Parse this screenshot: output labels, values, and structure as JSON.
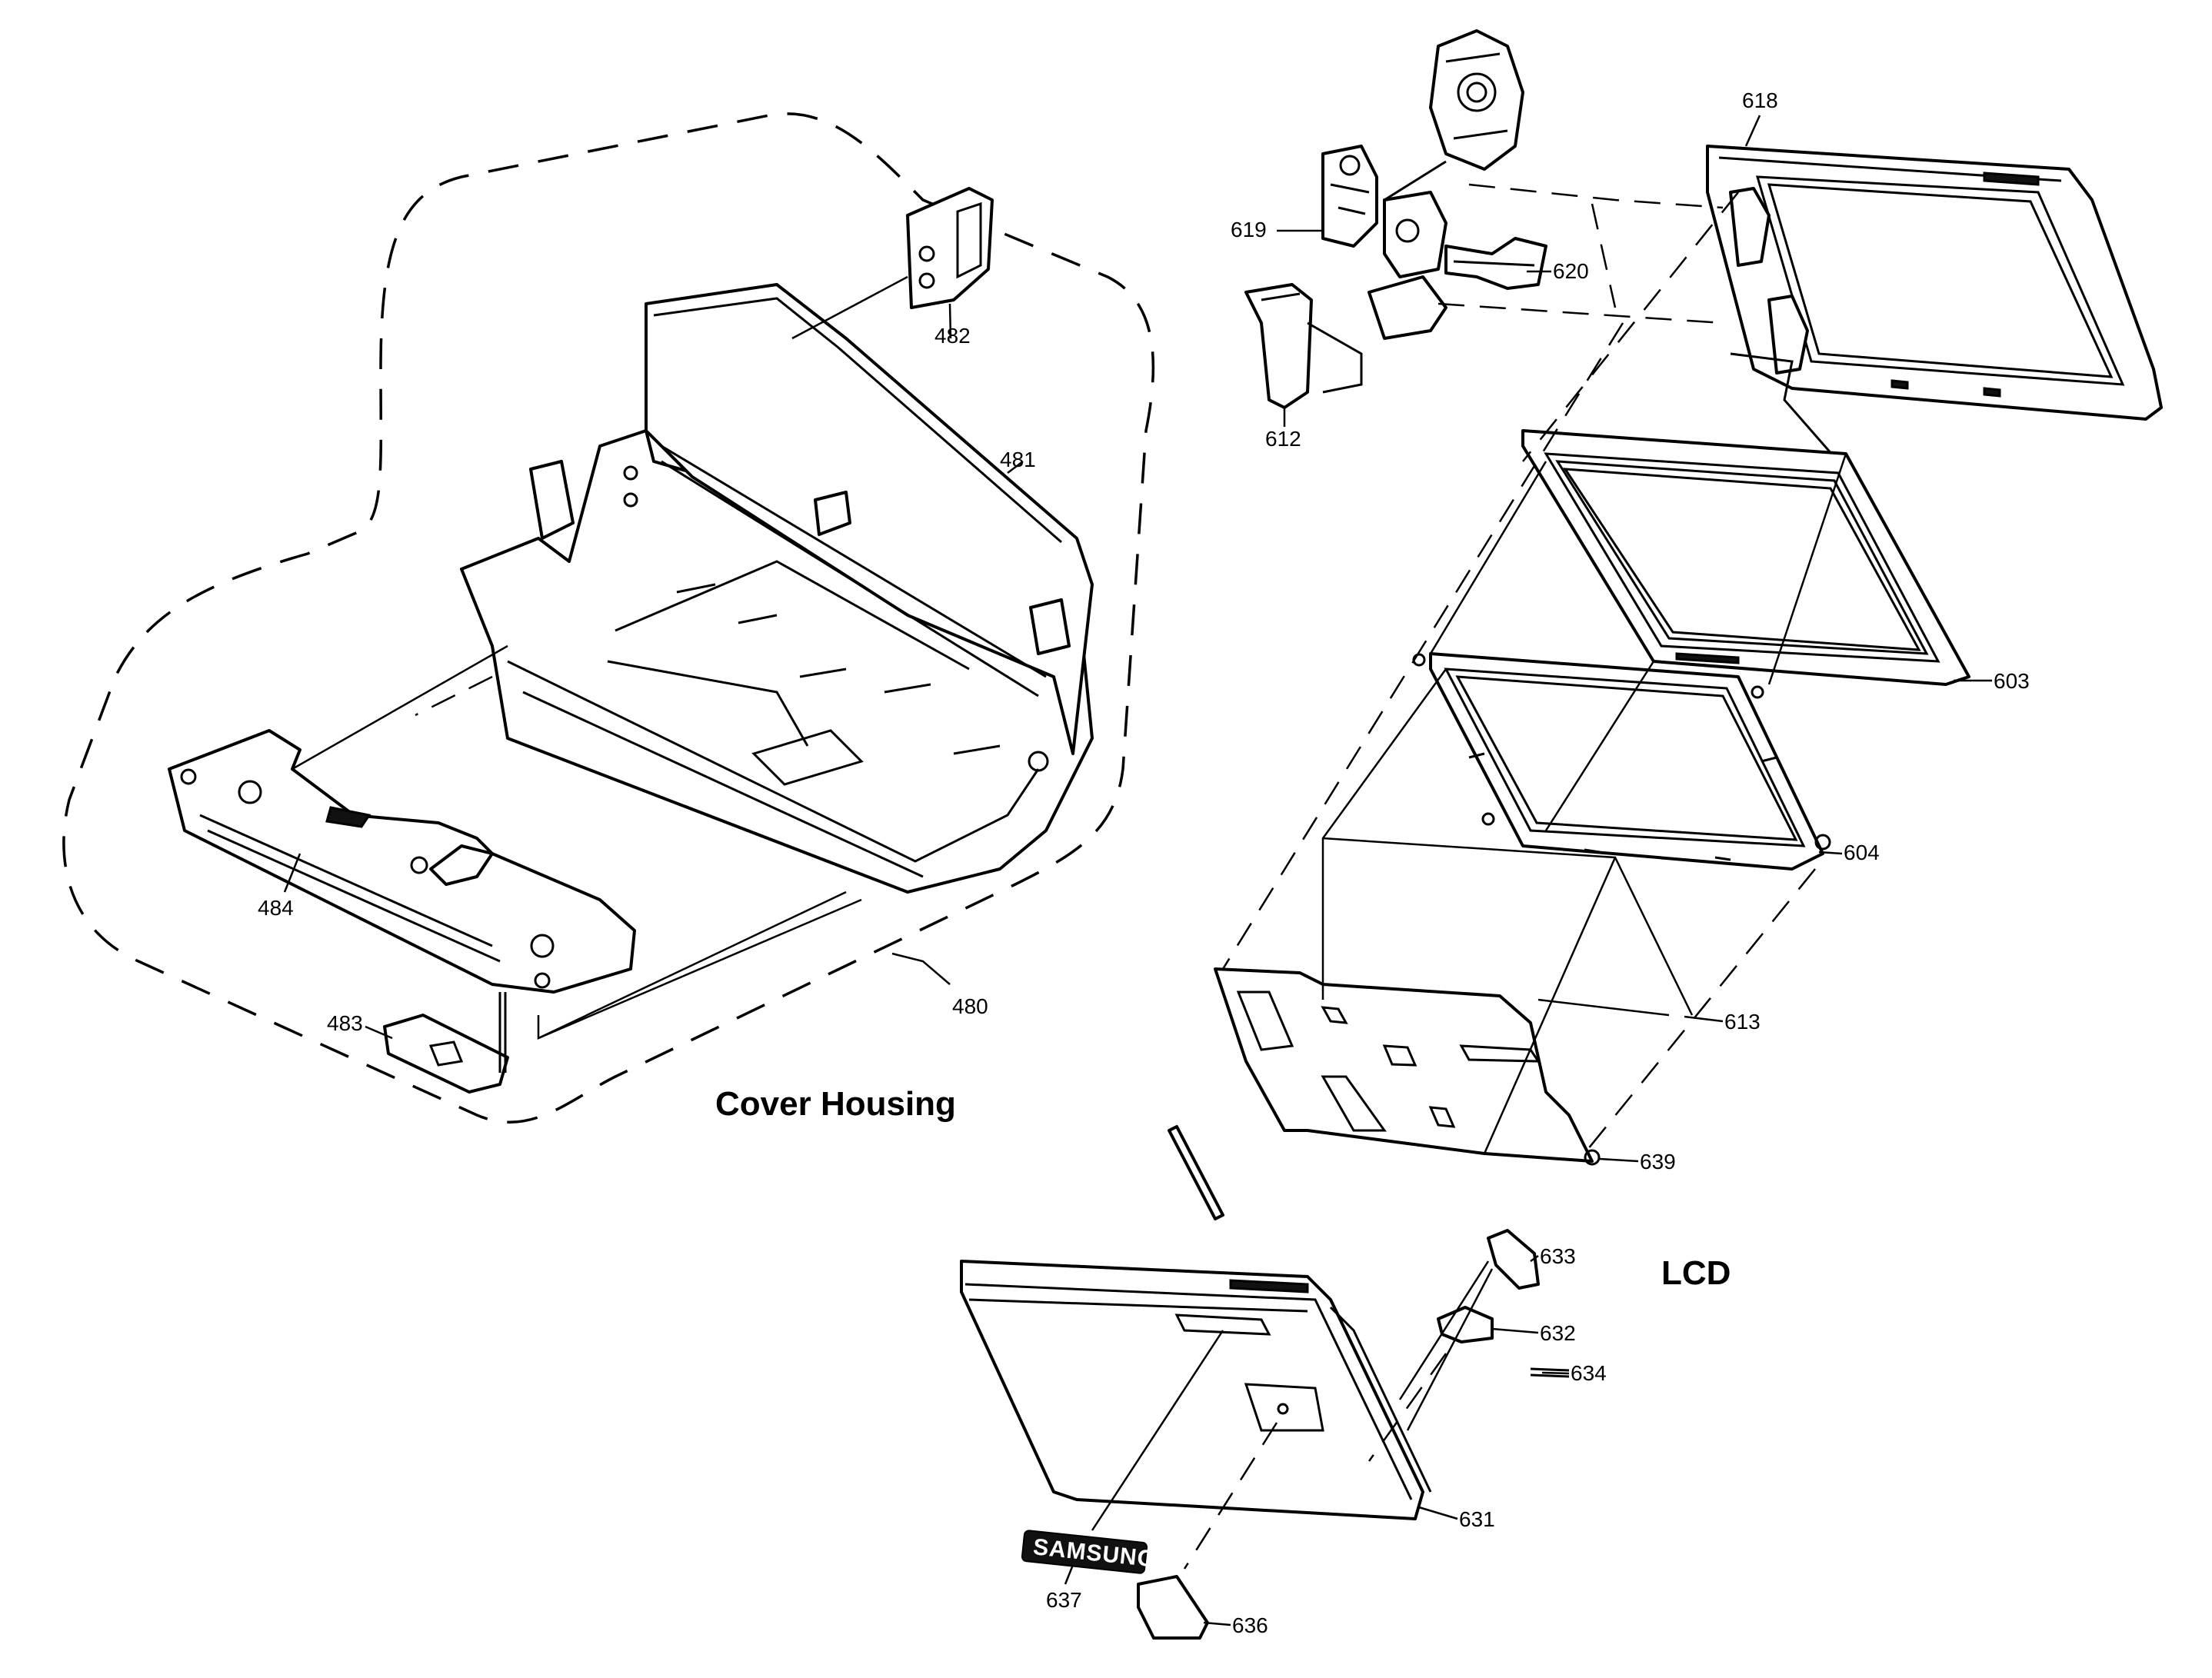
{
  "titles": {
    "cover_housing": "Cover Housing",
    "lcd": "LCD"
  },
  "logo_text": "SAMSUNG",
  "parts": {
    "p480": "480",
    "p481": "481",
    "p482": "482",
    "p483": "483",
    "p484": "484",
    "p603": "603",
    "p604": "604",
    "p612": "612",
    "p613": "613",
    "p618": "618",
    "p619": "619",
    "p620": "620",
    "p631": "631",
    "p632": "632",
    "p633": "633",
    "p634": "634",
    "p636": "636",
    "p637": "637",
    "p639": "639"
  }
}
